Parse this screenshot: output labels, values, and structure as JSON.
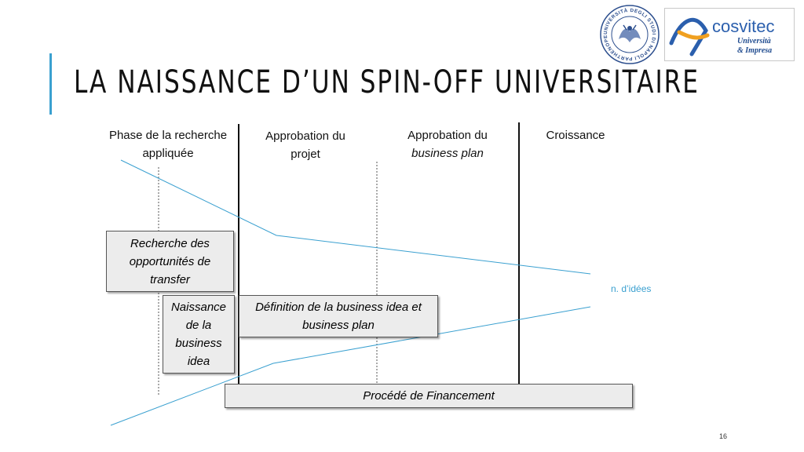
{
  "slide": {
    "title": "LA NAISSANCE D’UN SPIN-OFF UNIVERSITAIRE",
    "page_number": "16"
  },
  "logos": {
    "university": {
      "ring_text": "UNIVERSITÀ DEGLI STUDI DI NAPOLI PARTHENOPE",
      "icon": "university-seal-icon"
    },
    "cosvitec": {
      "name": "cosvitec",
      "tagline_1": "Università",
      "tagline_2": "& Impresa",
      "icon": "cosvitec-logo-icon"
    }
  },
  "columns": [
    {
      "line1": "Phase de la recherche",
      "line2": "appliquée"
    },
    {
      "line1": "Approbation du",
      "line2": "projet"
    },
    {
      "line1": "Approbation du",
      "line2": "business plan"
    },
    {
      "line1": "Croissance",
      "line2": ""
    }
  ],
  "boxes": {
    "recherche": {
      "line1": "Recherche des",
      "line2": "opportunités de",
      "line3": "transfer"
    },
    "naissance": {
      "line1": "Naissance",
      "line2": "de la",
      "line3": "business",
      "line4": "idea"
    },
    "definition": {
      "line1": "Définition de la business idea et",
      "line2": "business plan"
    },
    "financement": {
      "label": "Procédé de Financement"
    }
  },
  "annotations": {
    "ideas_label": "n. d’idées"
  },
  "colors": {
    "accent": "#3aa0d0",
    "box_fill": "#ececec",
    "line_dark": "#111111"
  }
}
